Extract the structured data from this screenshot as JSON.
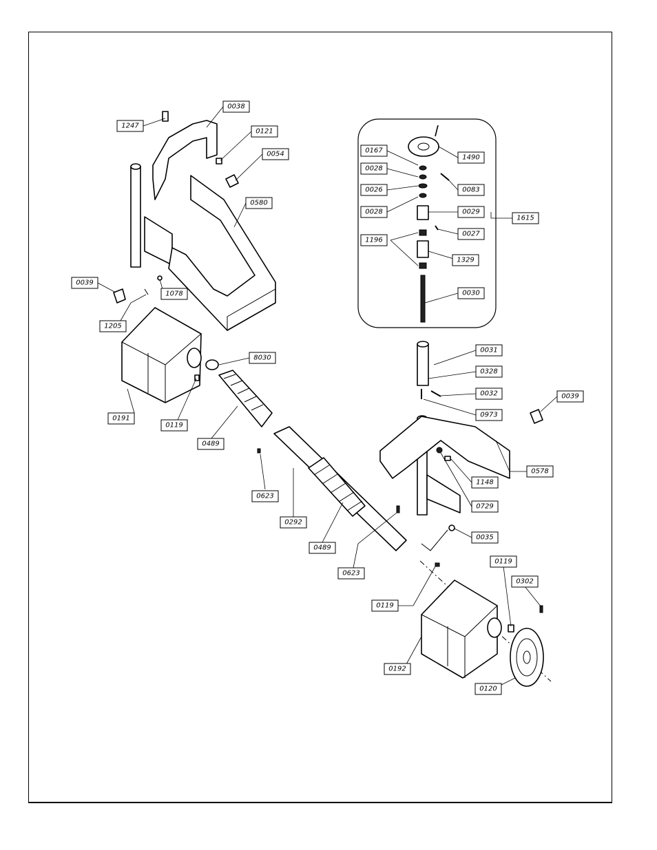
{
  "diagram": {
    "type": "exploded-parts-diagram",
    "callouts": {
      "c1247": "1247",
      "c0038": "0038",
      "c0121": "0121",
      "c0054": "0054",
      "c0580": "0580",
      "c0039a": "0039",
      "c1078": "1078",
      "c1205": "1205",
      "c8030": "8030",
      "c0191": "0191",
      "c0119a": "0119",
      "c0489a": "0489",
      "c0623a": "0623",
      "c0292": "0292",
      "c0489b": "0489",
      "c0623b": "0623",
      "c0119b": "0119",
      "c0192": "0192",
      "c0119c": "0119",
      "c0302": "0302",
      "c0120": "0120",
      "c0167": "0167",
      "c0028a": "0028",
      "c0026": "0026",
      "c0028b": "0028",
      "c1196": "1196",
      "c1490": "1490",
      "c0083": "0083",
      "c0029": "0029",
      "c1615": "1615",
      "c0027": "0027",
      "c1329": "1329",
      "c0030": "0030",
      "c0031": "0031",
      "c0328": "0328",
      "c0032": "0032",
      "c0973": "0973",
      "c0039b": "0039",
      "c1148": "1148",
      "c0578": "0578",
      "c0729": "0729",
      "c0035": "0035"
    }
  }
}
